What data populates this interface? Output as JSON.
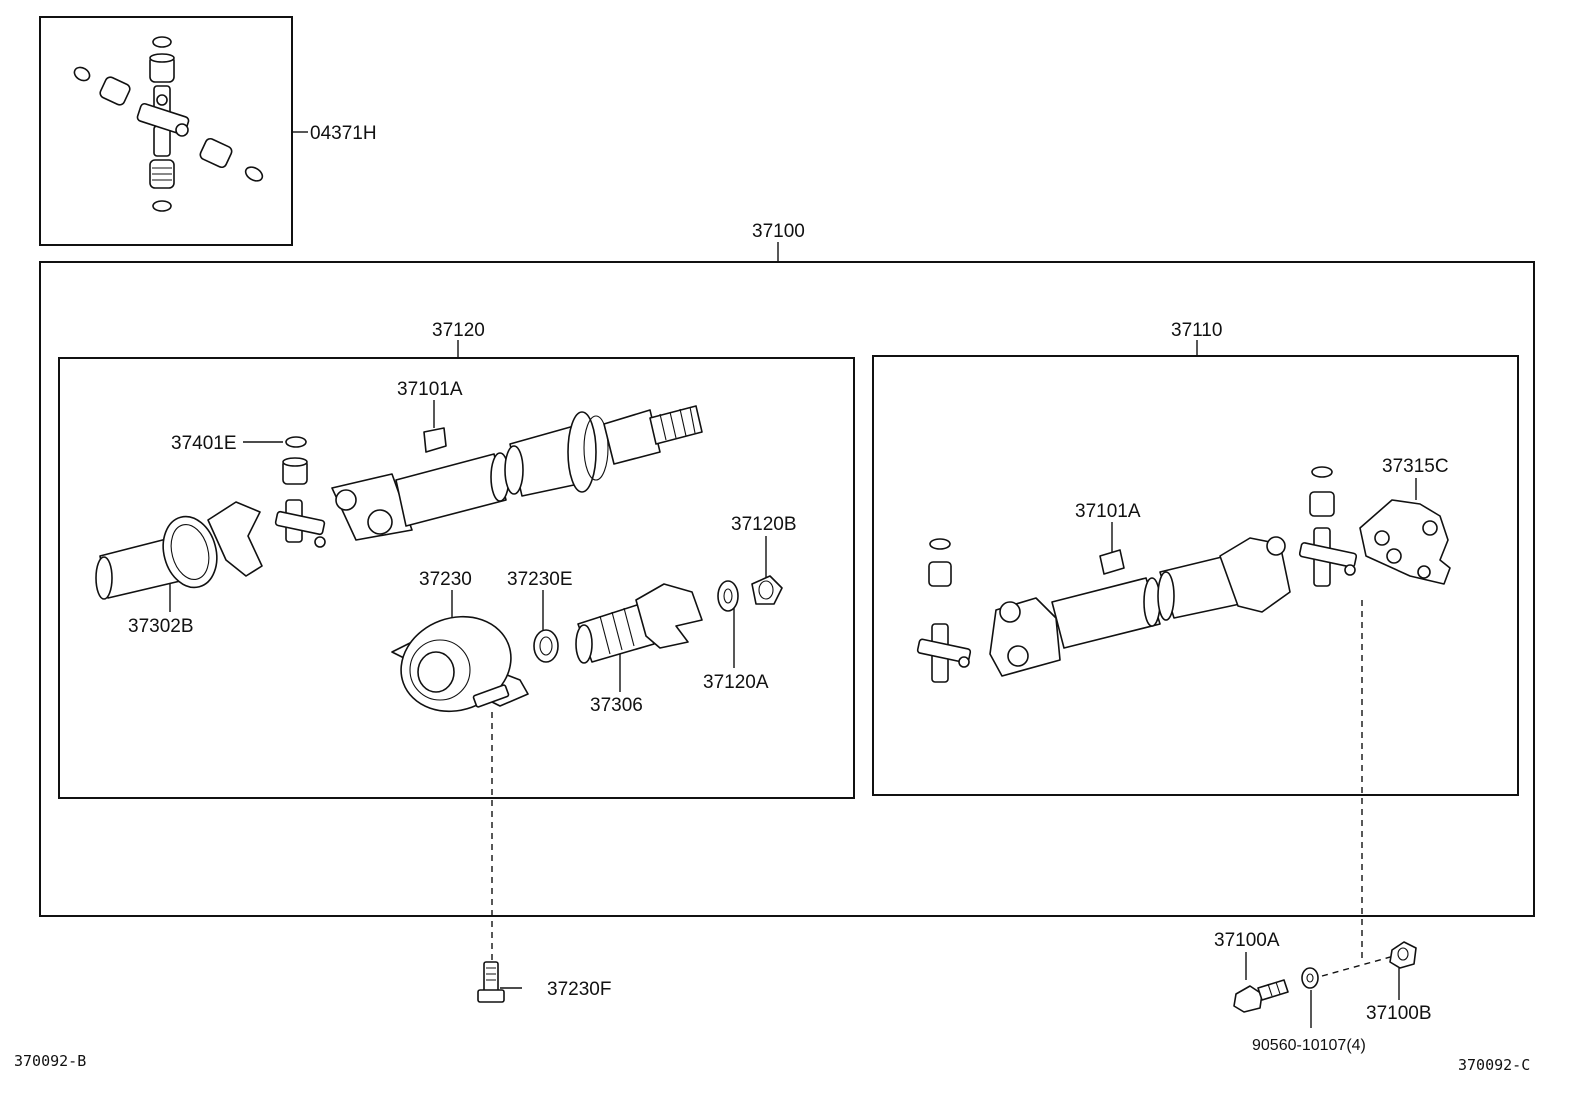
{
  "labels": {
    "kit": "04371H",
    "assembly": "37100",
    "front_shaft": "37120",
    "rear_shaft": "37110",
    "weight_front": "37101A",
    "weight_rear": "37101A",
    "snap_ring": "37401E",
    "sleeve_yoke": "37302B",
    "center_bearing": "37230",
    "washer_37230e": "37230E",
    "flange_yoke": "37306",
    "washer_37120a": "37120A",
    "nut_37120b": "37120B",
    "flange_37315c": "37315C",
    "bolt_37230f": "37230F",
    "bolt_37100a": "37100A",
    "nut_37100b": "37100B",
    "washer_90560": "90560-10107(4)"
  },
  "refs": {
    "left": "370092-B",
    "right": "370092-C"
  }
}
